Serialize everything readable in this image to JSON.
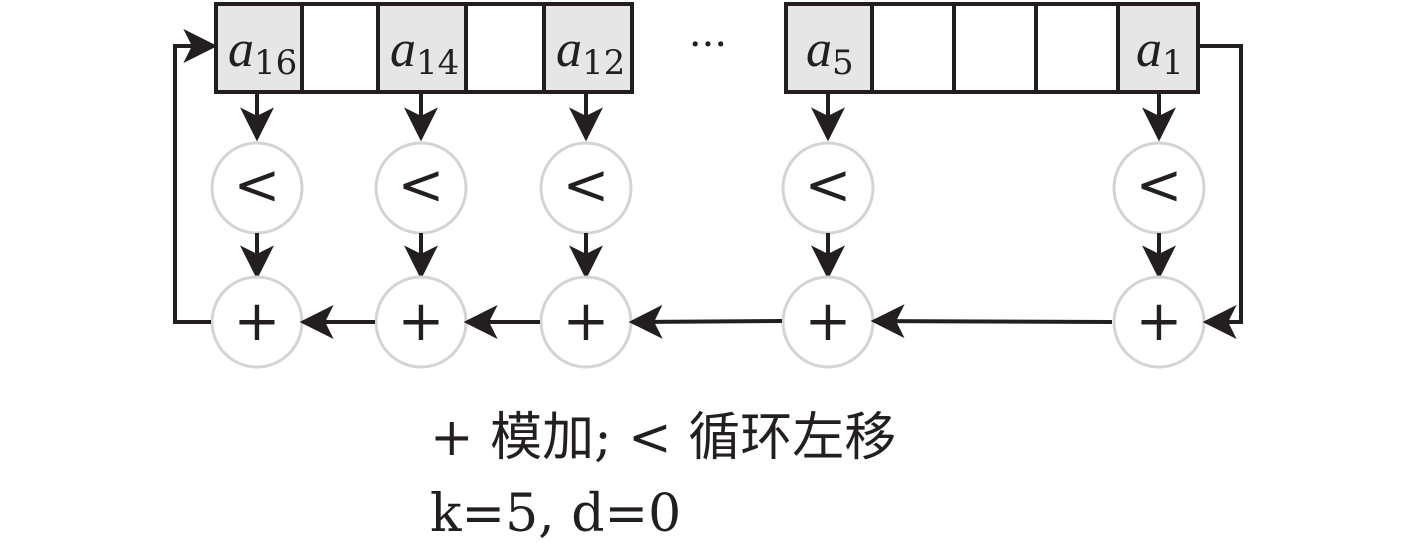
{
  "registers": [
    {
      "base": "a",
      "sub": "16"
    },
    {
      "base": "",
      "sub": ""
    },
    {
      "base": "a",
      "sub": "14"
    },
    {
      "base": "",
      "sub": ""
    },
    {
      "base": "a",
      "sub": "12"
    },
    {
      "base": "",
      "sub": ""
    },
    {
      "base": "a",
      "sub": "5"
    },
    {
      "base": "",
      "sub": ""
    },
    {
      "base": "",
      "sub": ""
    },
    {
      "base": "",
      "sub": ""
    },
    {
      "base": "a",
      "sub": "1"
    }
  ],
  "ellipsis": "···",
  "shift_symbol": "<",
  "add_symbol": "+",
  "legend": {
    "line1": "+ 模加; < 循环左移",
    "line2": "k=5, d=0"
  },
  "colors": {
    "shaded_cell": "#e6e6e6",
    "stroke": "#231f20",
    "node_ring": "#d4d4d4"
  }
}
